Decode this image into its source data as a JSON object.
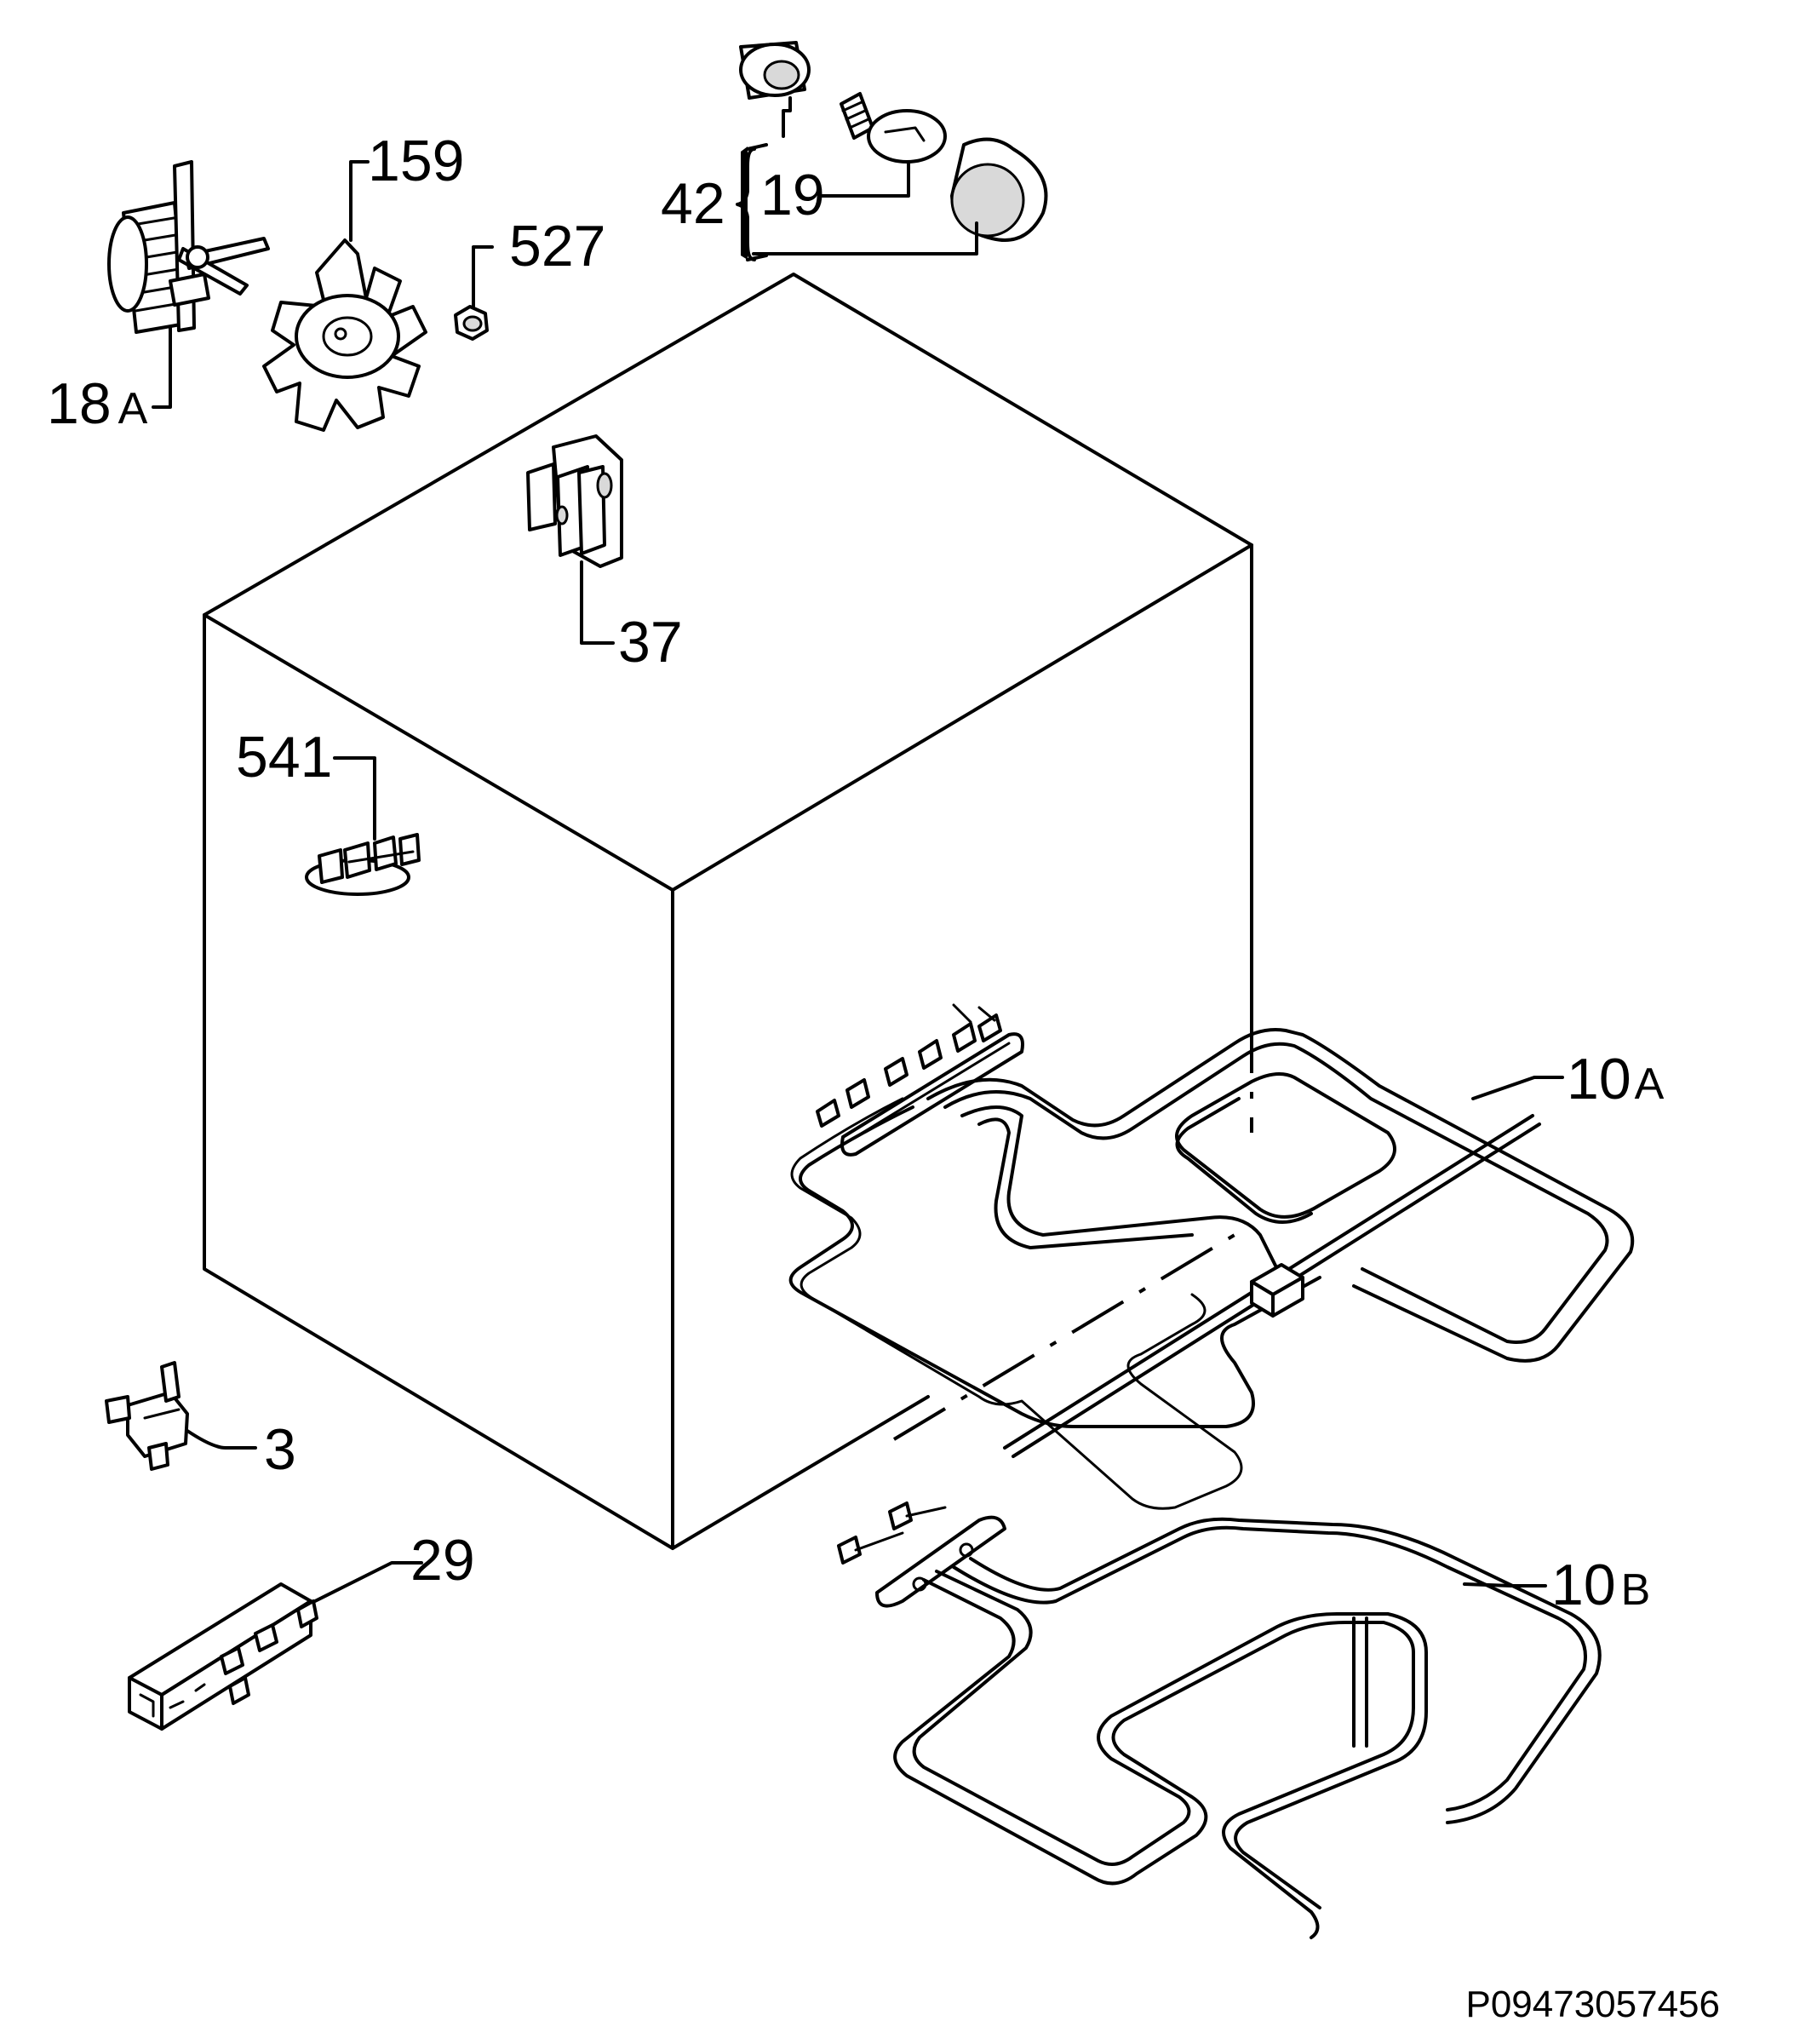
{
  "diagram": {
    "labels": {
      "l18a": "18",
      "l18a_suffix": "A",
      "l159": "159",
      "l527": "527",
      "l42": "42",
      "l19": "19",
      "l37": "37",
      "l541": "541",
      "l10a": "10",
      "l10a_suffix": "A",
      "l10b": "10",
      "l10b_suffix": "B",
      "l3": "3",
      "l29": "29"
    },
    "drawing_code": "P09473057456"
  }
}
